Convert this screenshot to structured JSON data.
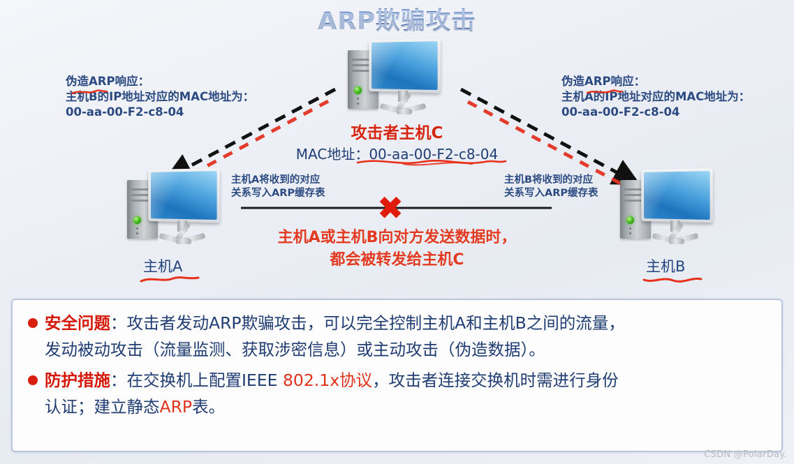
{
  "slide": {
    "title": "ARP欺骗攻击",
    "background_color": "#eef1f6",
    "accent_red": "#d81f0e",
    "accent_blue": "#2b4a82"
  },
  "diagram": {
    "note_left": "伪造ARP响应：\n主机B的IP地址对应的MAC地址为：\n00-aa-00-F2-c8-04",
    "note_right": "伪造ARP响应：\n主机A的IP地址对应的MAC地址为：\n00-aa-00-F2-c8-04",
    "attacker_title": "攻击者主机C",
    "attacker_mac": "MAC地址：00-aa-00-F2-c8-04",
    "cache_note_left": "主机A将收到的对应\n关系写入ARP缓存表",
    "cache_note_right": "主机B将收到的对应\n关系写入ARP缓存表",
    "center_warning": "主机A或主机B向对方发送数据时，\n都会被转发给主机C",
    "host_a_label": "主机A",
    "host_b_label": "主机B",
    "x_mark": "✖"
  },
  "callout": {
    "bullets": [
      {
        "keyword": "安全问题",
        "colon": "：",
        "line1_rest": "攻击者发动ARP欺骗攻击，可以完全控制主机A和主机B之间的流量，",
        "line2": "发动被动攻击（流量监测、获取涉密信息）或主动攻击（伪造数据）。"
      },
      {
        "keyword": "防护措施",
        "colon": "：",
        "line1_a": "在交换机上配置IEEE ",
        "line1_red": "802.1x协议",
        "line1_b": "，攻击者连接交换机时需进行身份",
        "line2_a": "认证；建立静态",
        "line2_red": "ARP",
        "line2_b": "表。"
      }
    ]
  },
  "watermark": "CSDN @PolarDay."
}
